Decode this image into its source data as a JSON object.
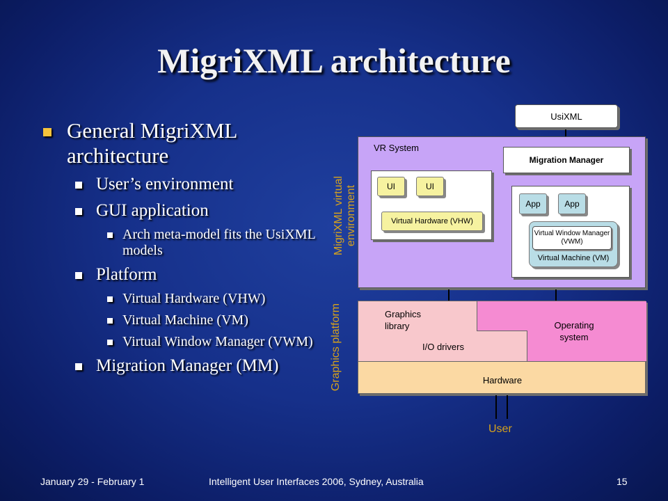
{
  "slide": {
    "title": "MigriXML architecture",
    "bullets": [
      {
        "level": 1,
        "text": "General MigriXML architecture"
      },
      {
        "level": 2,
        "text": "User’s environment"
      },
      {
        "level": 2,
        "text": "GUI application"
      },
      {
        "level": 3,
        "text": "Arch meta-model  fits the UsiXML models"
      },
      {
        "level": 2,
        "text": "Platform"
      },
      {
        "level": 3,
        "text": "Virtual Hardware (VHW)"
      },
      {
        "level": 3,
        "text": "Virtual Machine (VM)"
      },
      {
        "level": 3,
        "text": "Virtual Window Manager (VWM)"
      },
      {
        "level": 2,
        "text": "Migration Manager (MM)"
      }
    ]
  },
  "diagram": {
    "usixml": "UsiXML",
    "vr_system": "VR System",
    "migration_manager": "Migration Manager",
    "ui1": "UI",
    "ui2": "UI",
    "vhw": "Virtual Hardware (VHW)",
    "app1": "App",
    "app2": "App",
    "vwm": "Virtual Window Manager (VWM)",
    "vm": "Virtual Machine (VM)",
    "migrixml_env_label": "MigriXML virtual environment",
    "graphics_platform_label": "Graphics platform",
    "graphics_library": "Graphics library",
    "io_drivers": "I/O drivers",
    "operating_system": "Operating system",
    "hardware": "Hardware",
    "user": "User"
  },
  "footer": {
    "date": "January 29 - February 1",
    "conference": "Intelligent User Interfaces 2006, Sydney, Australia",
    "page": "15"
  },
  "colors": {
    "background": "#16308a",
    "bullet_level1": "#f6c33c",
    "vr_system_fill": "#c7a4f7",
    "graphics_library_fill": "#f8c8cc",
    "operating_system_fill": "#f58bd2",
    "hardware_fill": "#fbd9a3",
    "ui_fill": "#f6f2a0",
    "app_fill": "#b9dde6",
    "label_color": "#d6a21c"
  }
}
